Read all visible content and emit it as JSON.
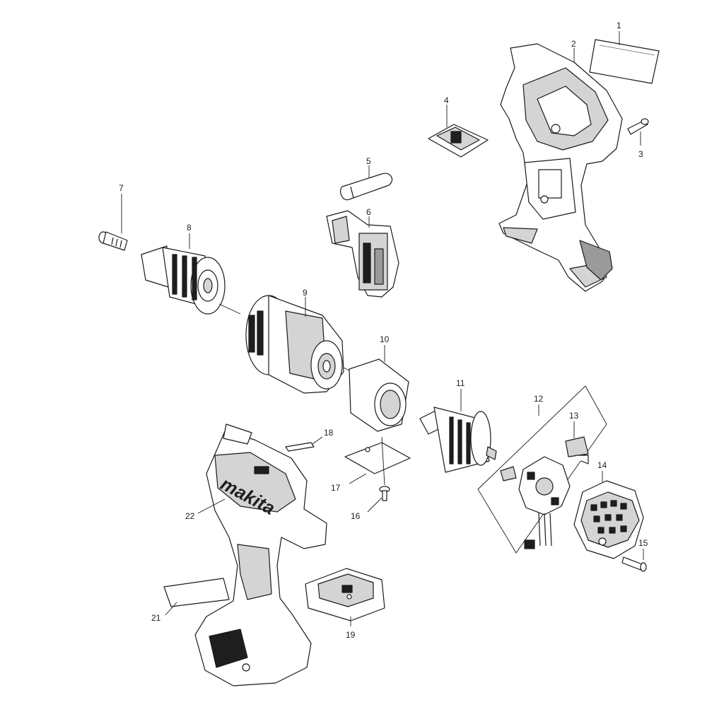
{
  "brand": "makita",
  "callouts": [
    {
      "id": 1,
      "label": "1"
    },
    {
      "id": 2,
      "label": "2"
    },
    {
      "id": 3,
      "label": "3"
    },
    {
      "id": 4,
      "label": "4"
    },
    {
      "id": 5,
      "label": "5"
    },
    {
      "id": 6,
      "label": "6"
    },
    {
      "id": 7,
      "label": "7"
    },
    {
      "id": 8,
      "label": "8"
    },
    {
      "id": 9,
      "label": "9"
    },
    {
      "id": 10,
      "label": "10"
    },
    {
      "id": 11,
      "label": "11"
    },
    {
      "id": 12,
      "label": "12"
    },
    {
      "id": 13,
      "label": "13"
    },
    {
      "id": 14,
      "label": "14"
    },
    {
      "id": 15,
      "label": "15"
    },
    {
      "id": 16,
      "label": "16"
    },
    {
      "id": 17,
      "label": "17"
    },
    {
      "id": 18,
      "label": "18"
    },
    {
      "id": 19,
      "label": "19"
    },
    {
      "id": 21,
      "label": "21"
    },
    {
      "id": 22,
      "label": "22"
    }
  ]
}
